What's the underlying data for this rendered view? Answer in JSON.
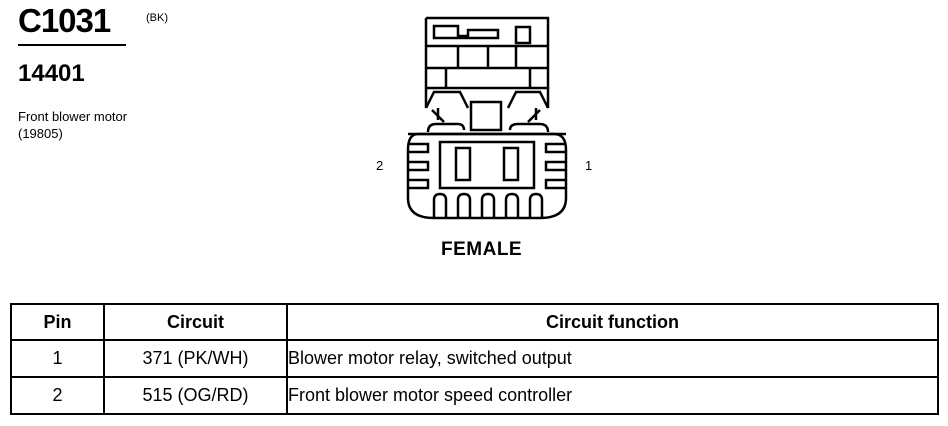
{
  "connector": {
    "id": "C1031",
    "color_code": "(BK)",
    "part_number": "14401",
    "description_line1": "Front blower motor",
    "description_line2": "(19805)"
  },
  "diagram": {
    "pin_left_label": "2",
    "pin_right_label": "1",
    "gender": "FEMALE"
  },
  "table": {
    "headers": [
      "Pin",
      "Circuit",
      "Circuit function"
    ],
    "rows": [
      {
        "pin": "1",
        "circuit": "371 (PK/WH)",
        "function": "Blower motor relay, switched output"
      },
      {
        "pin": "2",
        "circuit": "515 (OG/RD)",
        "function": "Front blower motor speed controller"
      }
    ]
  }
}
